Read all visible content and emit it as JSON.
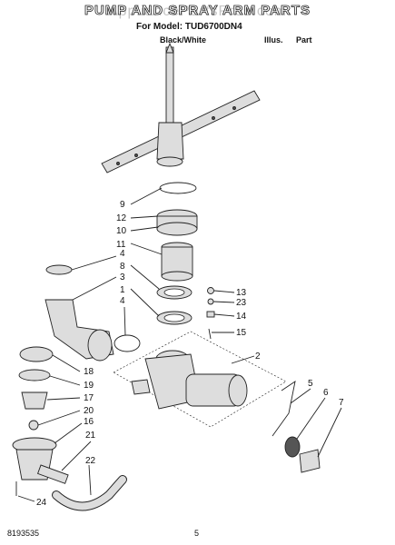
{
  "header": {
    "watermark": "AppliancePartsPros.com",
    "title": "PUMP AND SPRAY ARM PARTS",
    "model_line": "For Model: TUD6700DN4",
    "color": "Black/White",
    "illus": "Illus.",
    "part": "Part"
  },
  "callouts": [
    "9",
    "12",
    "10",
    "11",
    "4",
    "8",
    "3",
    "1",
    "4",
    "13",
    "23",
    "14",
    "15",
    "2",
    "18",
    "19",
    "17",
    "20",
    "16",
    "21",
    "22",
    "24",
    "5",
    "6",
    "7"
  ],
  "footer": {
    "doc_number": "8193535",
    "page": "5"
  }
}
